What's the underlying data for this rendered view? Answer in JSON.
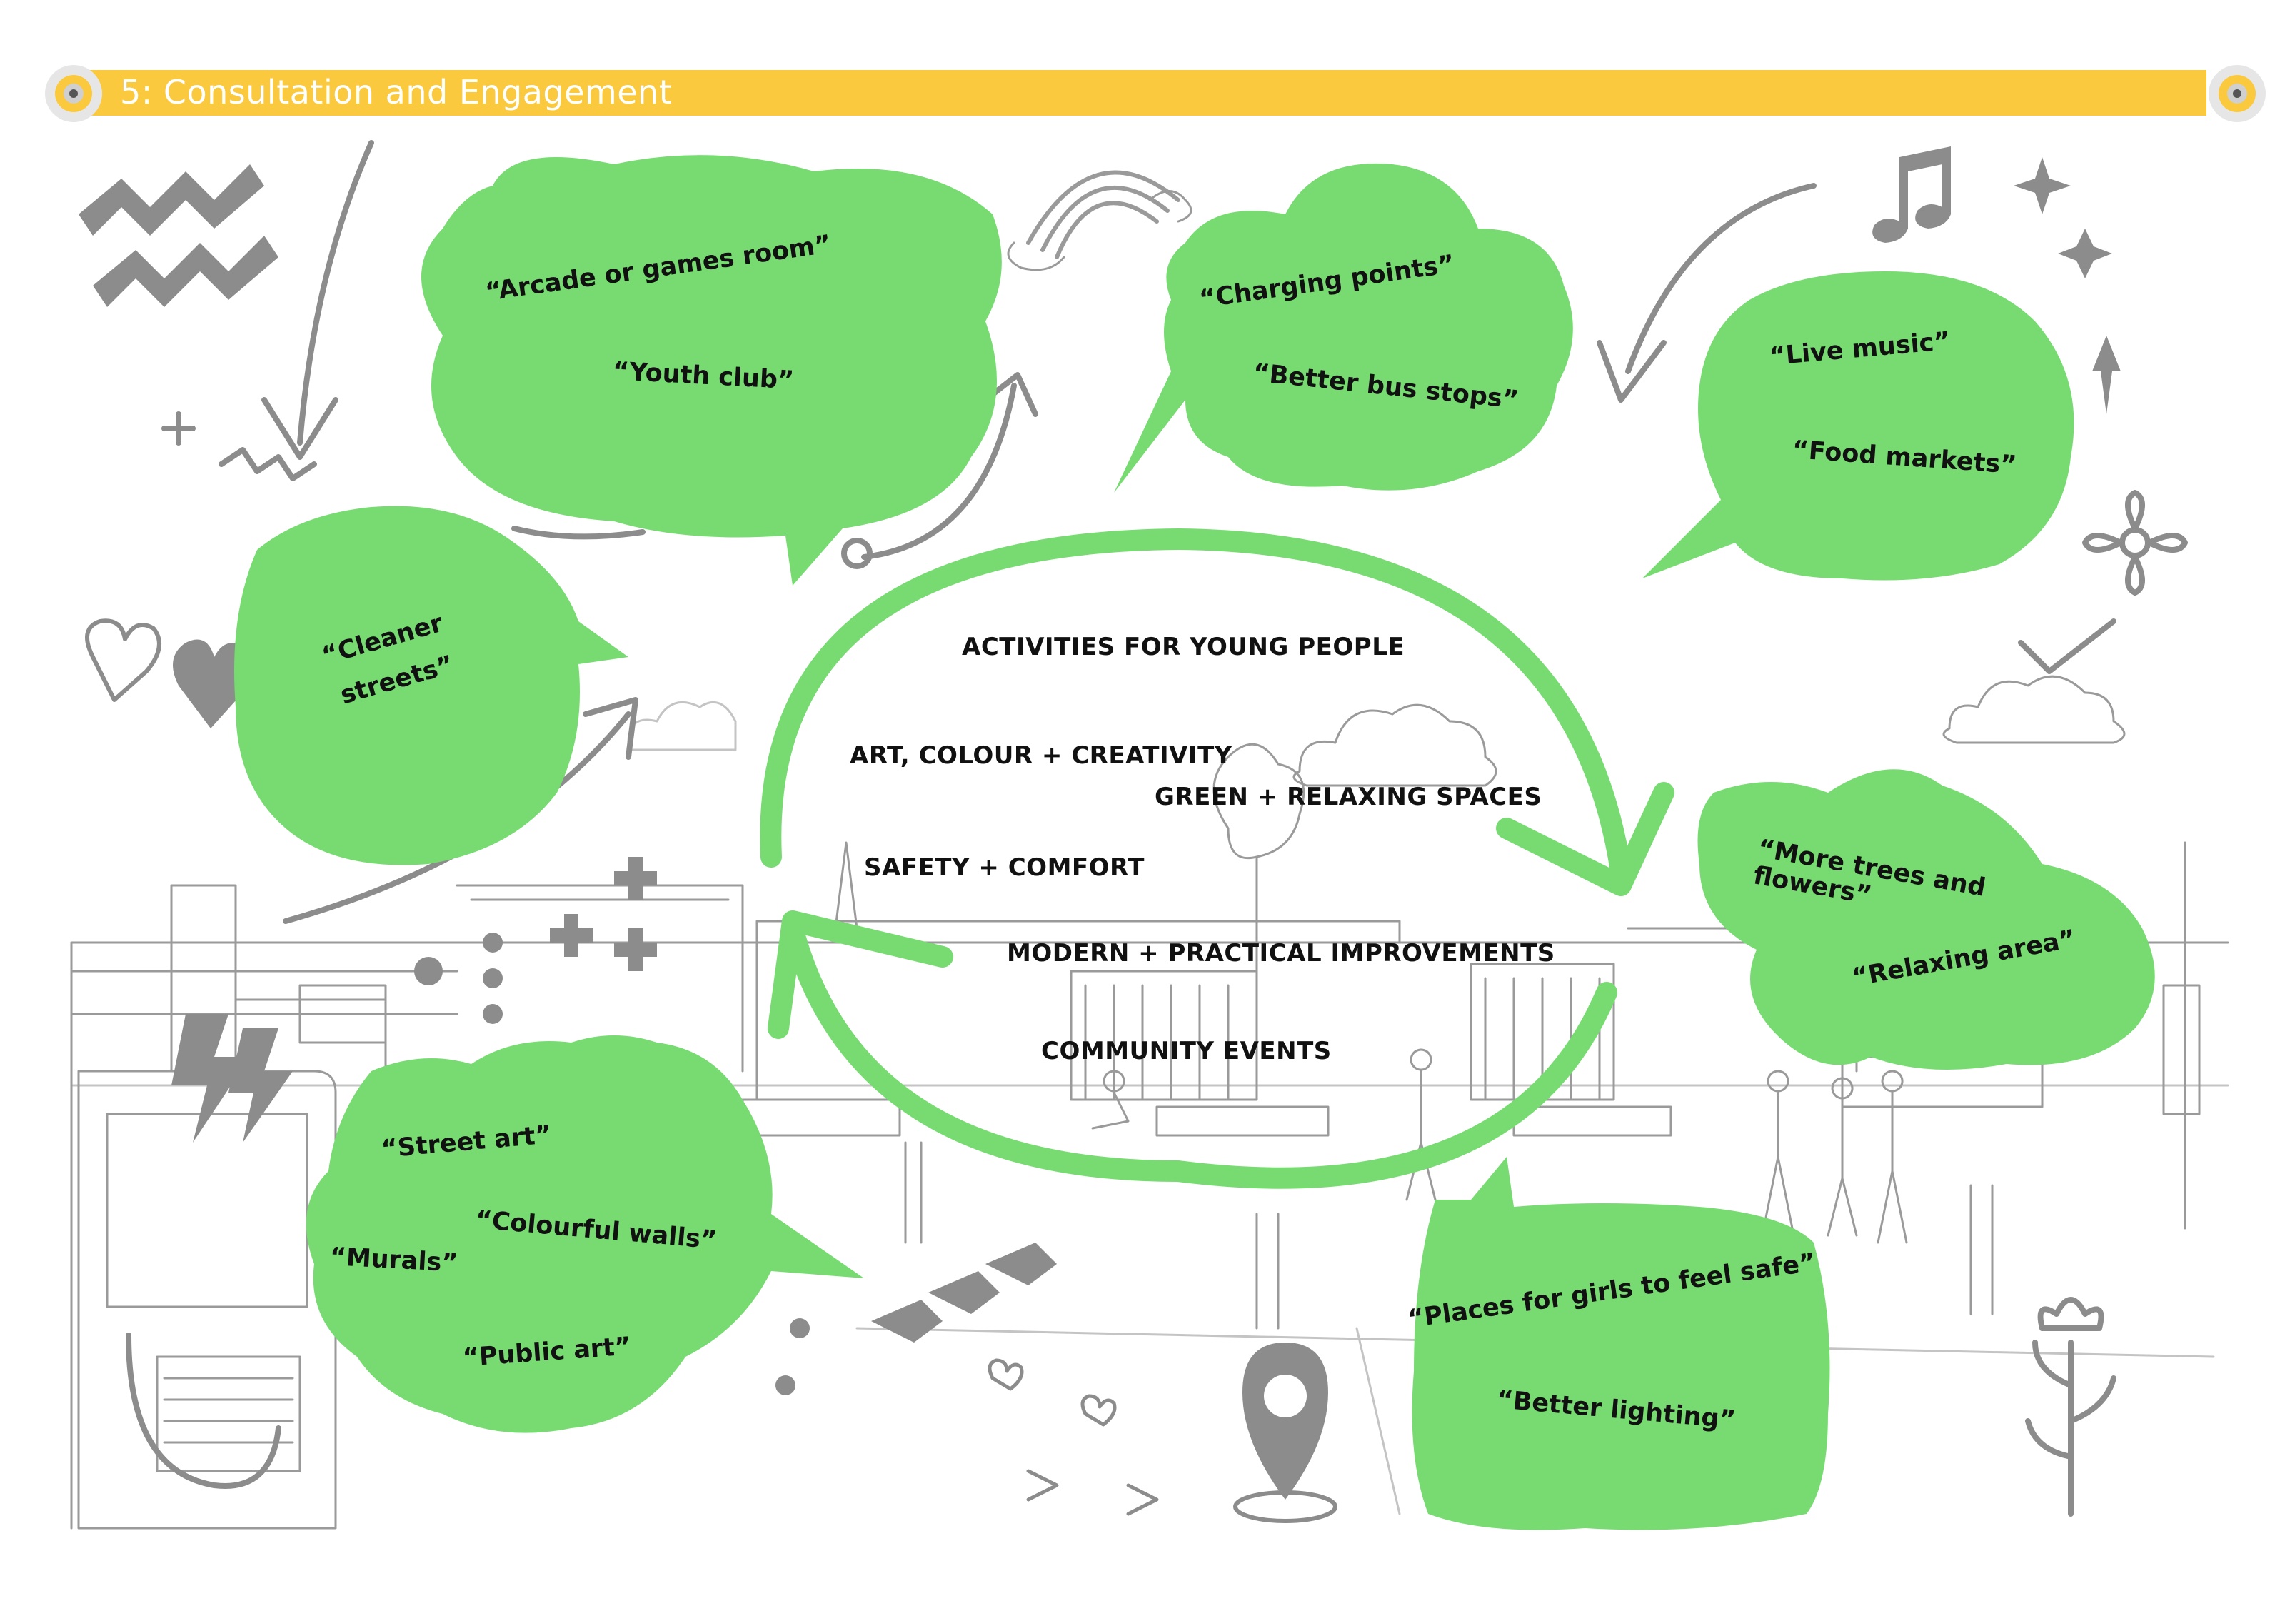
{
  "header": {
    "title": "5: Consultation and Engagement",
    "bar_color": "#FBC93D",
    "left_icon": "target-icon",
    "right_icon": "target-icon"
  },
  "colors": {
    "bubble_green": "#77DB72",
    "sketch_grey": "#8C8C8C",
    "text": "#111111"
  },
  "cycle": {
    "themes": [
      "ACTIVITIES FOR YOUNG PEOPLE",
      "ART, COLOUR + CREATIVITY",
      "GREEN + RELAXING SPACES",
      "SAFETY + COMFORT",
      "MODERN + PRACTICAL IMPROVEMENTS",
      "COMMUNITY EVENTS"
    ]
  },
  "bubbles": {
    "arcade": [
      "“Arcade or games room”",
      "“Youth club”"
    ],
    "transport": [
      "“Charging points”",
      "“Better bus stops”"
    ],
    "events": [
      "“Live music”",
      "“Food markets”"
    ],
    "streets": [
      "“Cleaner",
      "streets”"
    ],
    "nature": [
      "“More trees and",
      "flowers”",
      "“Relaxing area”"
    ],
    "art": [
      "“Street art”",
      "“Colourful walls”",
      "“Murals”",
      "“Public art”"
    ],
    "safety": [
      "“Places for girls to feel safe”",
      "“Better lighting”"
    ]
  },
  "decorations": [
    "zigzag-doodle",
    "down-arrow-doodle",
    "rainbow-doodle",
    "music-note-icon",
    "sparkle-icon",
    "curved-arrow-doodle",
    "heart-icon",
    "flower-icon",
    "checkmark-icon",
    "cloud-doodle",
    "location-pin-icon",
    "lightning-icon",
    "street-scene-sketch",
    "bus-sketch"
  ]
}
